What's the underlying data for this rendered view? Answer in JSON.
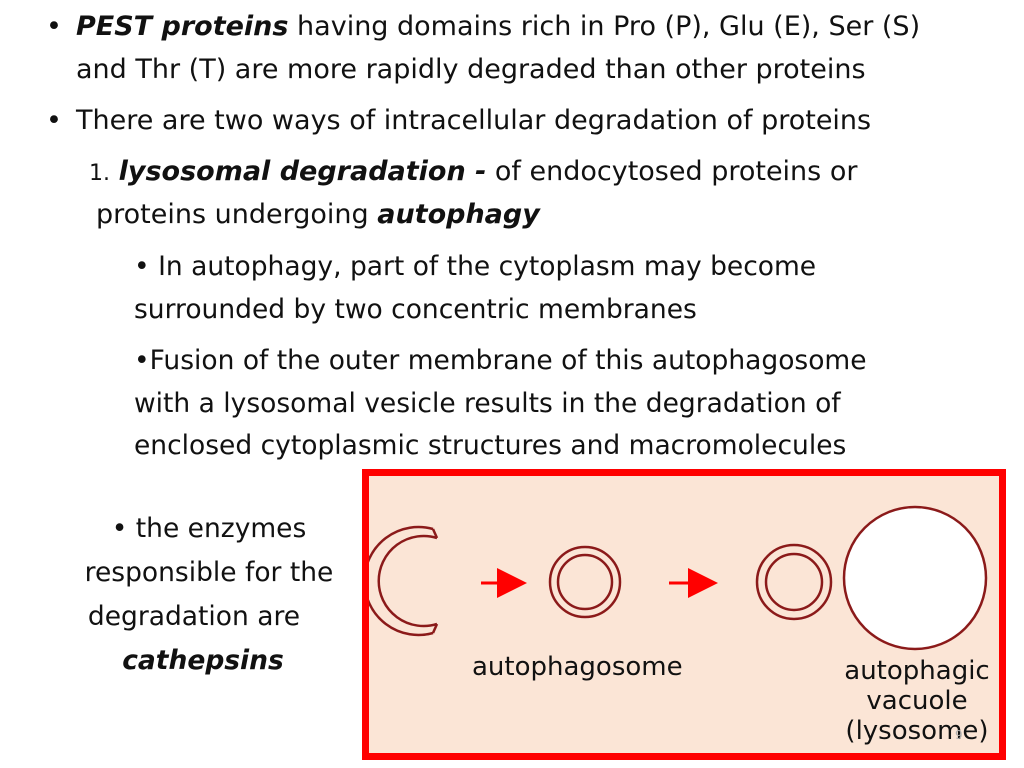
{
  "bullets": {
    "pest_term": "PEST proteins",
    "pest_line1_rest": " having domains rich in Pro (P), Glu (E), Ser (S)",
    "pest_line2": "and  Thr (T) are more rapidly degraded than other proteins",
    "two_ways": "There are two ways of intracellular degradation of proteins"
  },
  "item1": {
    "number": "1.",
    "term": "lysosomal degradation -",
    "rest": "  of endocytosed proteins or",
    "line2_prefix": "proteins undergoing ",
    "line2_term": "autophagy"
  },
  "sub_bullets": {
    "a_line1": "  In autophagy,  part of the cytoplasm may become",
    "a_line2": "surrounded by two concentric membranes",
    "b_line1": "Fusion of the outer membrane of this autophagosome",
    "b_line2": "with a lysosomal vesicle results in the degradation of",
    "b_line3": "enclosed cytoplasmic structures and macromolecules"
  },
  "note": {
    "line1": "the enzymes",
    "line2": "responsible for the",
    "line3": "degradation are",
    "line4": "cathepsins"
  },
  "figure": {
    "label_autophagosome": "autophagosome",
    "label_vacuole_1": "autophagic",
    "label_vacuole_2": "vacuole",
    "label_vacuole_3": "(lysosome)",
    "arrow_color": "#ff0000",
    "membrane_color": "#8b1a1a",
    "panel_fill": "#fbe5d6",
    "border_color": "#ff0000"
  },
  "page_number": "9"
}
